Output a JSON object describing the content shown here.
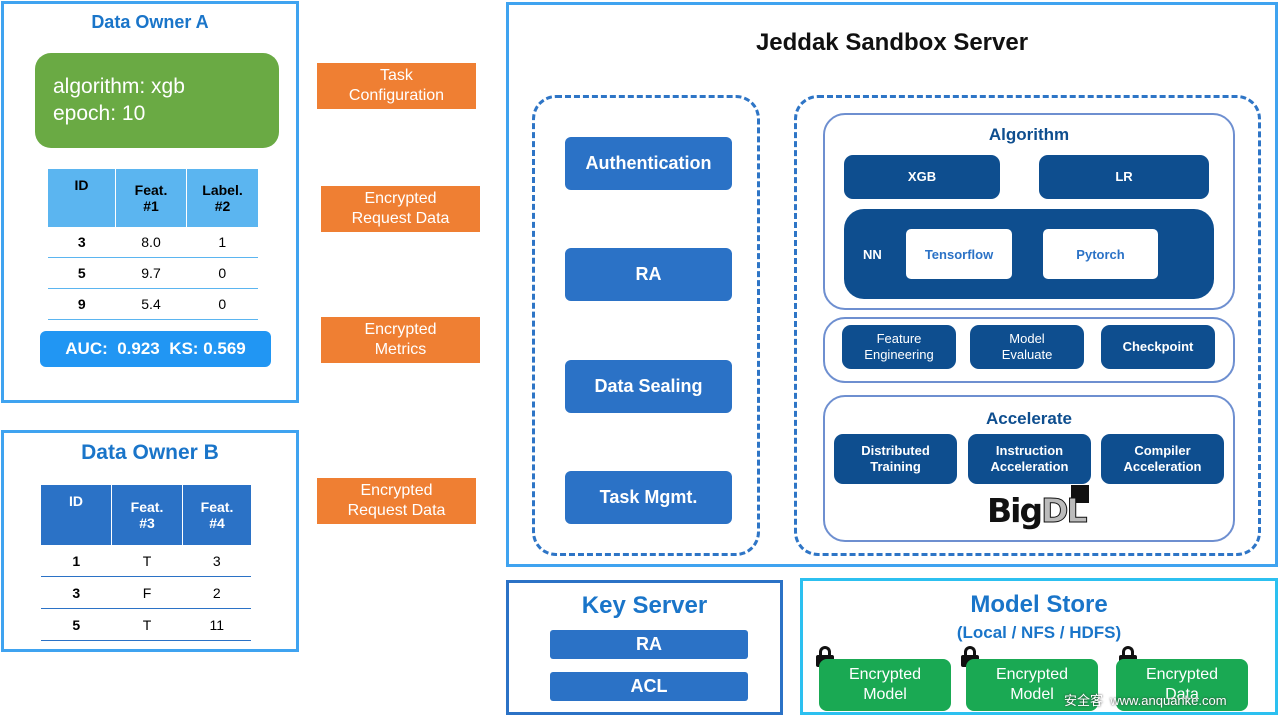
{
  "owner_a": {
    "title": "Data Owner A",
    "config_line1": "algorithm:  xgb",
    "config_line2": "epoch:  10",
    "headers": [
      "ID",
      "Feat.\n#1",
      "Label.\n#2"
    ],
    "rows": [
      [
        "3",
        "8.0",
        "1"
      ],
      [
        "5",
        "9.7",
        "0"
      ],
      [
        "9",
        "5.4",
        "0"
      ]
    ],
    "metrics": "AUC:  0.923  KS: 0.569"
  },
  "owner_b": {
    "title": "Data Owner B",
    "headers": [
      "ID",
      "Feat.\n#3",
      "Feat.\n#4"
    ],
    "rows": [
      [
        "1",
        "T",
        "3"
      ],
      [
        "3",
        "F",
        "2"
      ],
      [
        "5",
        "T",
        "11"
      ]
    ]
  },
  "flows": {
    "task_config": "Task\nConfiguration",
    "enc_request_a": "Encrypted\nRequest Data",
    "enc_metrics": "Encrypted\nMetrics",
    "enc_request_b": "Encrypted\nRequest Data"
  },
  "sandbox": {
    "title": "Jeddak Sandbox Server",
    "modules": [
      "Authentication",
      "RA",
      "Data Sealing",
      "Task Mgmt."
    ],
    "algorithm": {
      "title": "Algorithm",
      "xgb": "XGB",
      "lr": "LR",
      "nn": "NN",
      "tensorflow": "Tensorflow",
      "pytorch": "Pytorch"
    },
    "tools": [
      "Feature\nEngineering",
      "Model\nEvaluate",
      "Checkpoint"
    ],
    "accelerate": {
      "title": "Accelerate",
      "items": [
        "Distributed\nTraining",
        "Instruction\nAcceleration",
        "Compiler\nAcceleration"
      ],
      "logo_text": "BigDL"
    }
  },
  "key_server": {
    "title": "Key Server",
    "ra": "RA",
    "acl": "ACL"
  },
  "model_store": {
    "title": "Model Store",
    "subtitle": "(Local / NFS / HDFS)",
    "items": [
      "Encrypted\nModel",
      "Encrypted\nModel",
      "Encrypted\nData"
    ]
  },
  "watermark": "安全客  www.anquanke.com",
  "colors": {
    "panel_border": "#3fa3f0",
    "title_blue": "#1a75c9",
    "module_blue": "#2b72c6",
    "dark_blue": "#0e4e8f",
    "orange": "#ef7f33",
    "green": "#6aaa44",
    "enc_green": "#1aa953"
  }
}
